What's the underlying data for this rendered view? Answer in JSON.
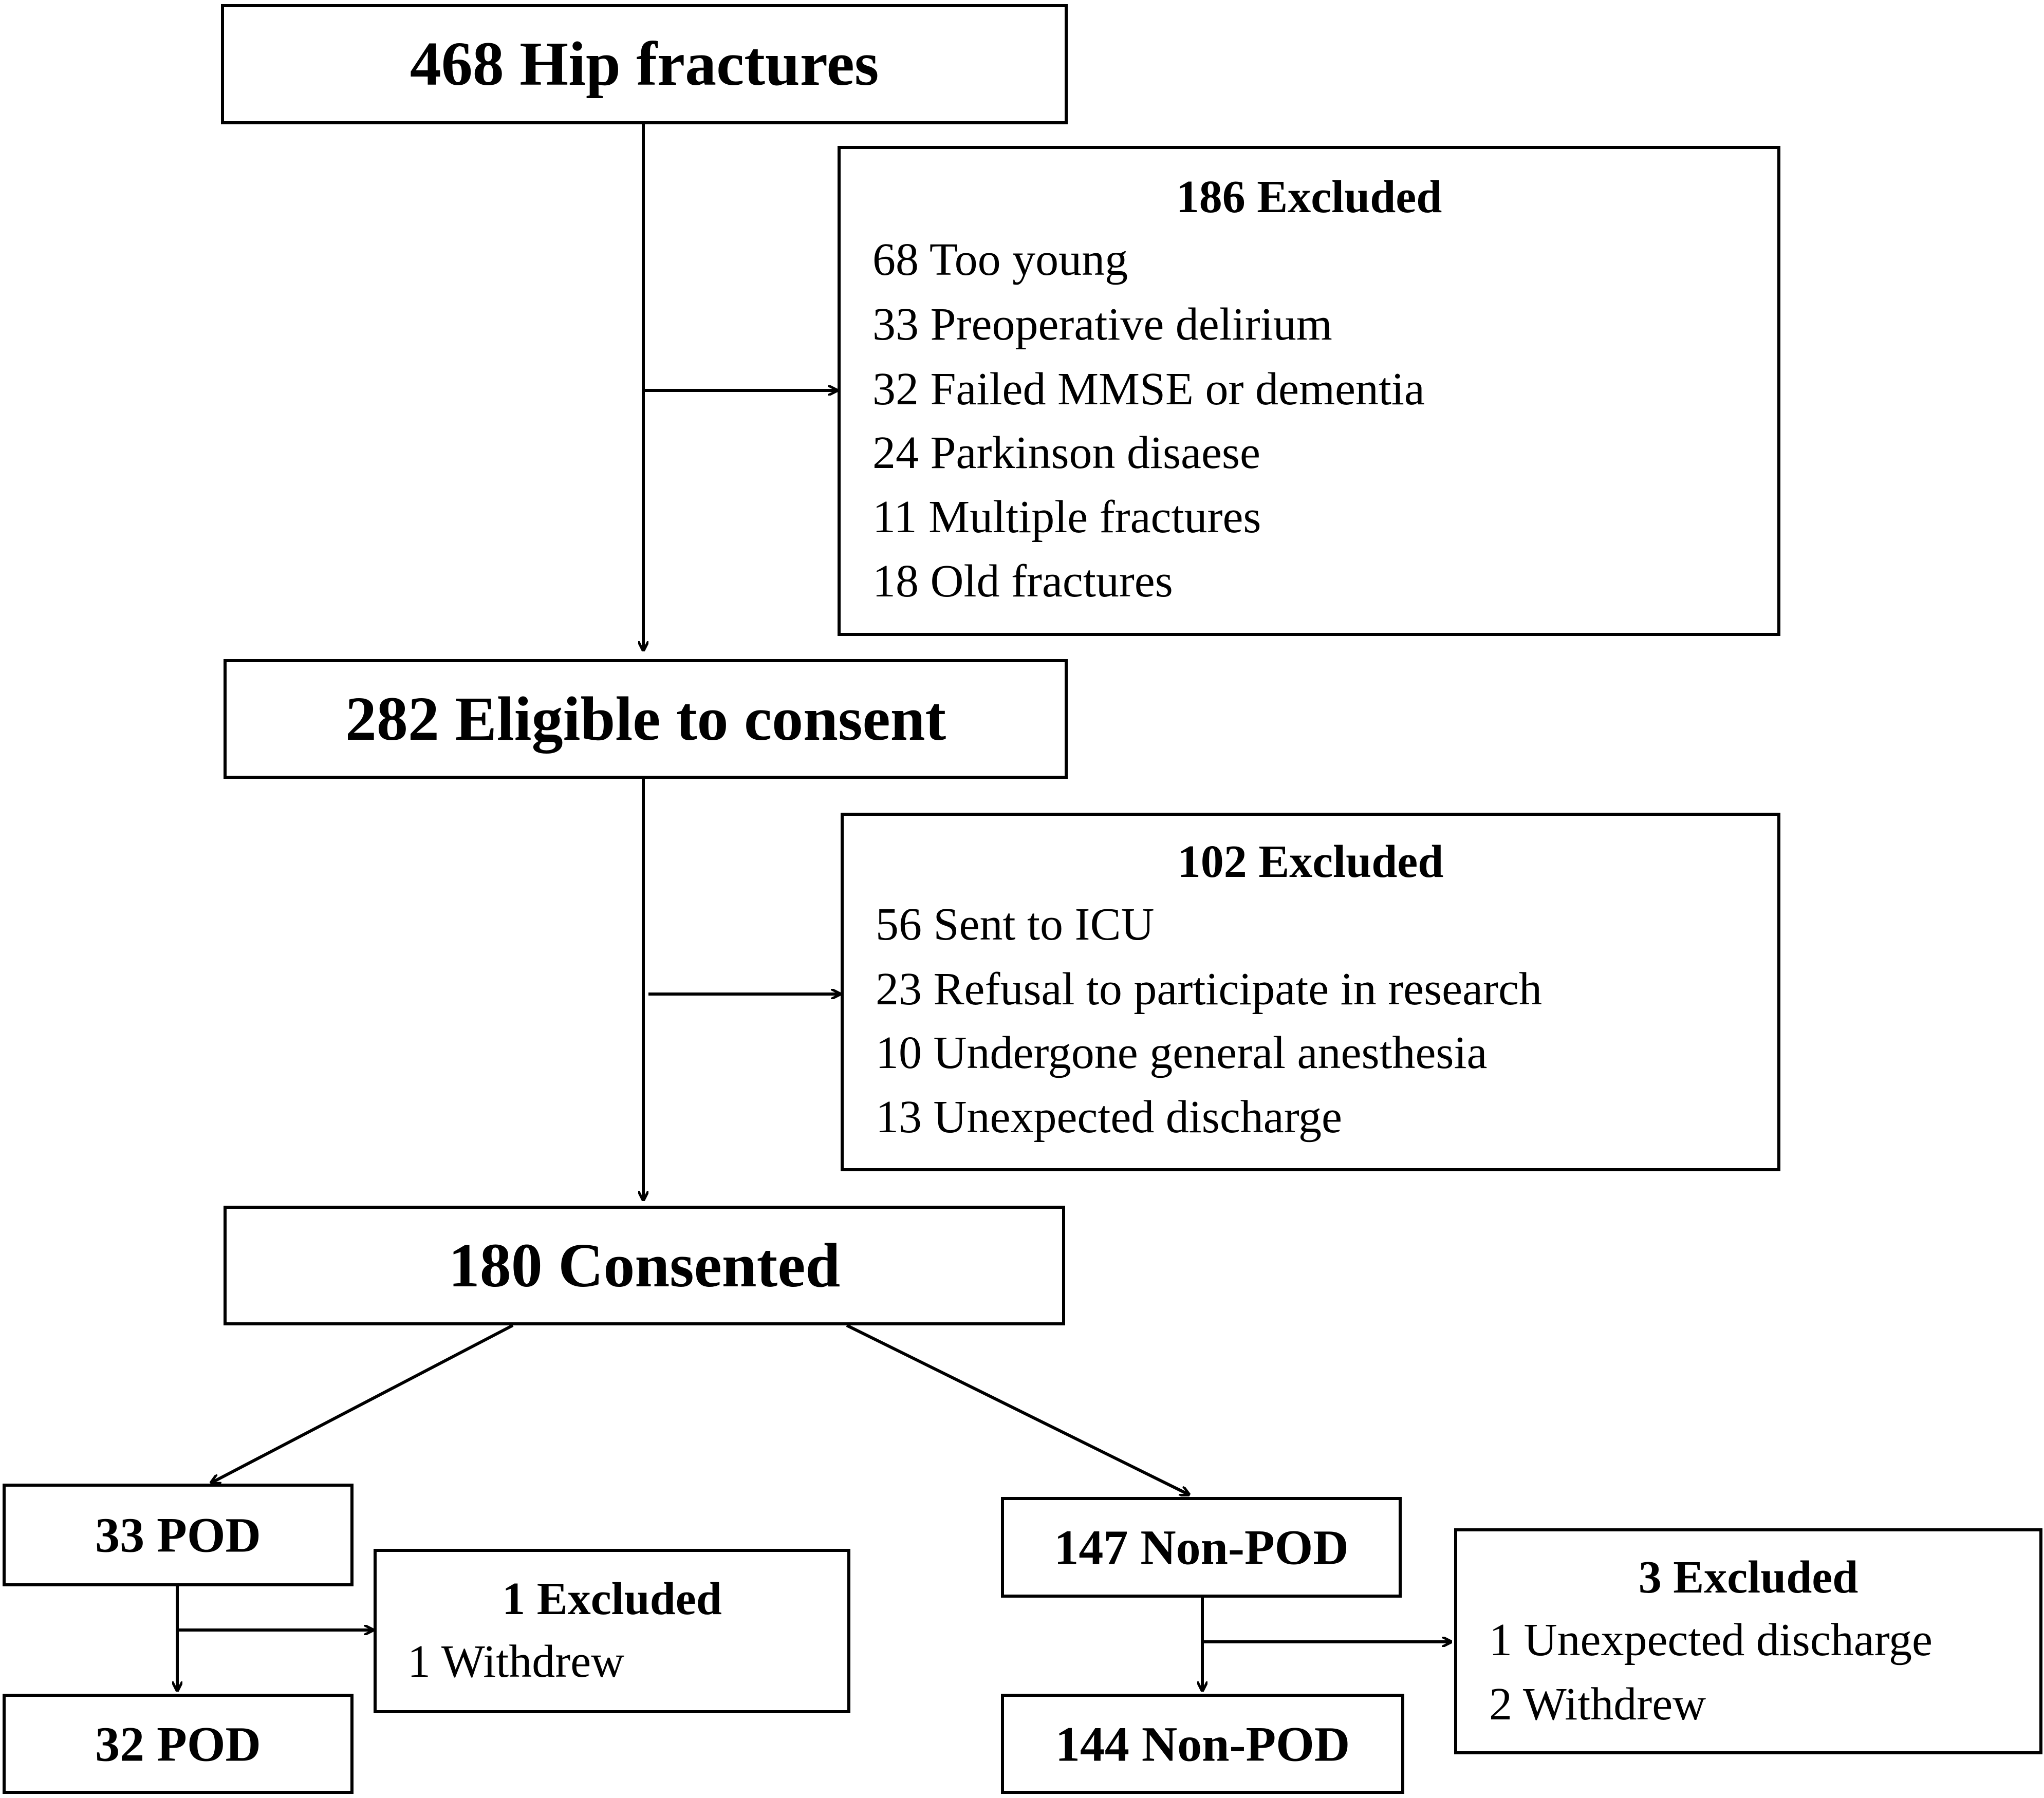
{
  "nodes": {
    "hip_fractures": "468 Hip fractures",
    "eligible": "282 Eligible to consent",
    "consented": "180 Consented",
    "pod_33": "33 POD",
    "pod_32": "32 POD",
    "nonpod_147": "147 Non-POD",
    "nonpod_144": "144 Non-POD"
  },
  "exclusions": {
    "first": {
      "title": "186 Excluded",
      "items": [
        "68 Too young",
        "33 Preoperative delirium",
        "32 Failed MMSE or dementia",
        "24 Parkinson disaese",
        "11 Multiple fractures",
        "18 Old fractures"
      ]
    },
    "second": {
      "title": "102 Excluded",
      "items": [
        "56 Sent to ICU",
        "23 Refusal to participate in research",
        "10 Undergone general anesthesia",
        "13 Unexpected discharge"
      ]
    },
    "pod": {
      "title": "1 Excluded",
      "items": [
        "1 Withdrew"
      ]
    },
    "nonpod": {
      "title": "3 Excluded",
      "items": [
        "1 Unexpected discharge",
        "2 Withdrew"
      ]
    }
  }
}
